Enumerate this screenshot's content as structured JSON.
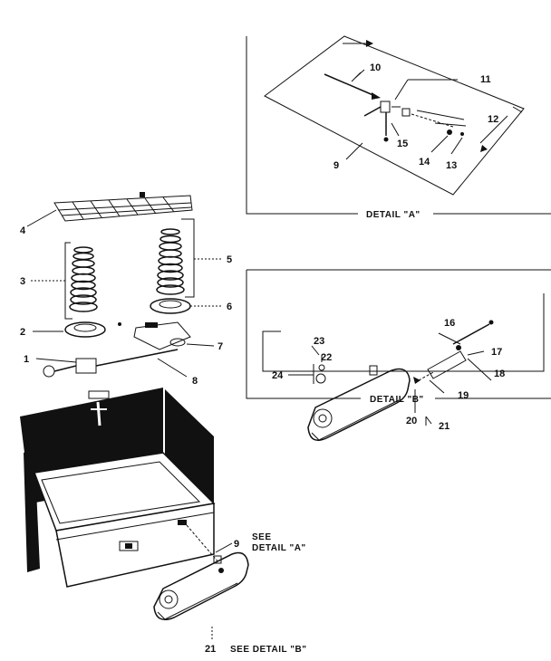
{
  "part_labels": {
    "p1": "1",
    "p2": "2",
    "p3": "3",
    "p4": "4",
    "p5": "5",
    "p6": "6",
    "p7": "7",
    "p8": "8",
    "p9_a": "9",
    "p9_main": "9",
    "p10": "10",
    "p11": "11",
    "p12": "12",
    "p13": "13",
    "p14": "14",
    "p15": "15",
    "p16": "16",
    "p17": "17",
    "p18": "18",
    "p19": "19",
    "p20": "20",
    "p21_b": "21",
    "p21_main": "21",
    "p22": "22",
    "p23": "23",
    "p24": "24"
  },
  "captions": {
    "detail_a": "DETAIL \"A\"",
    "detail_b": "DETAIL \"B\"",
    "see": "SEE",
    "see_detail_a": "DETAIL \"A\"",
    "see_detail_b": "SEE DETAIL \"B\""
  }
}
